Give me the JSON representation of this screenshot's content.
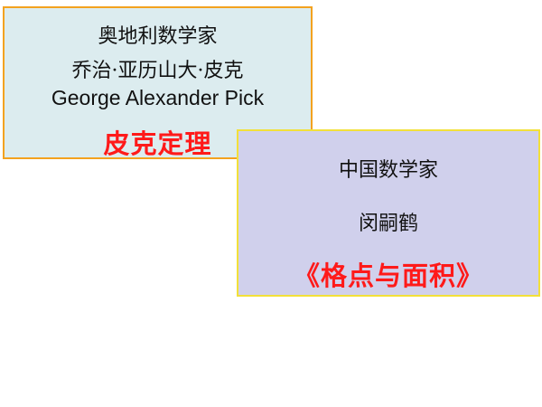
{
  "left_card": {
    "title": "奥地利数学家",
    "name_cn": "乔治·亚历山大·皮克",
    "name_en": "George Alexander Pick",
    "theorem": "皮克定理"
  },
  "right_card": {
    "title": "中国数学家",
    "name_cn": "闵嗣鹤",
    "book": "《格点与面积》"
  },
  "colors": {
    "left_background": "#dcecef",
    "left_border": "#f3a21f",
    "right_background": "#d0d0ec",
    "right_border": "#f2e03a",
    "highlight_text": "#ff1a1a"
  }
}
